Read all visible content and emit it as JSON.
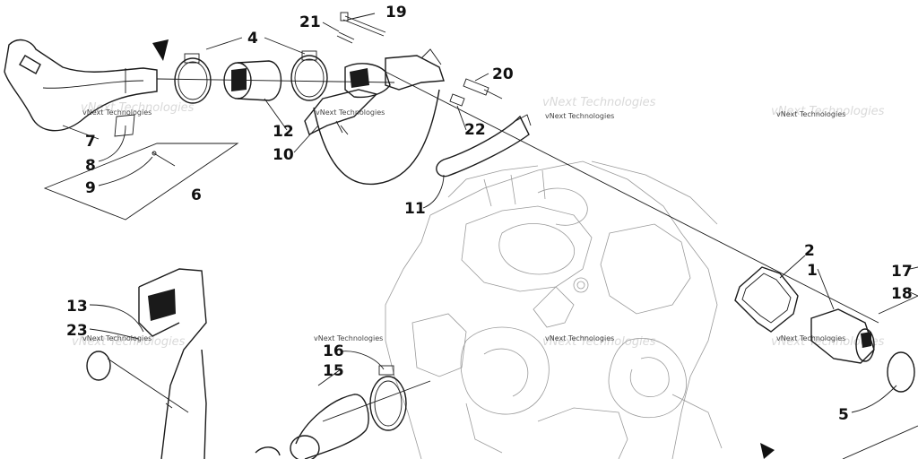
{
  "diagram": {
    "callouts": {
      "c1": "1",
      "c2": "2",
      "c4": "4",
      "c5": "5",
      "c6": "6",
      "c7": "7",
      "c8": "8",
      "c9": "9",
      "c10": "10",
      "c11": "11",
      "c12": "12",
      "c13": "13",
      "c15": "15",
      "c16": "16",
      "c17": "17",
      "c18": "18",
      "c19": "19",
      "c20": "20",
      "c21": "21",
      "c22": "22",
      "c23": "23"
    },
    "watermark": "vNext Technologies"
  }
}
